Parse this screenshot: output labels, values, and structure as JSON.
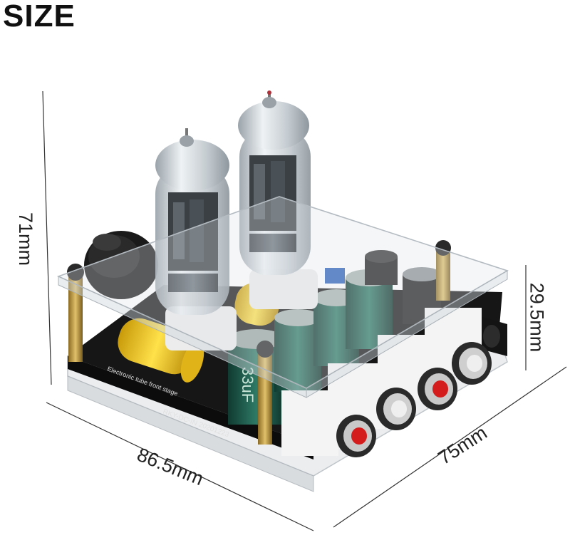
{
  "title": "SIZE",
  "dimensions": {
    "height": "71mm",
    "height_acrylic": "29.5mm",
    "width": "86.5mm",
    "depth": "75mm"
  },
  "board_text": {
    "silkscreen_1": "Electronic tube front stage",
    "silkscreen_2": "RKY-DC-IN  20201223"
  },
  "colors": {
    "pcb": "#161616",
    "tube_glass": "#c9cfd4",
    "capacitor_yellow": "#f2c51a",
    "capacitor_green": "#1f5e4e",
    "rca_red": "#d41c1c",
    "rca_white": "#e8e8e8",
    "standoff_brass": "#b8953a"
  }
}
